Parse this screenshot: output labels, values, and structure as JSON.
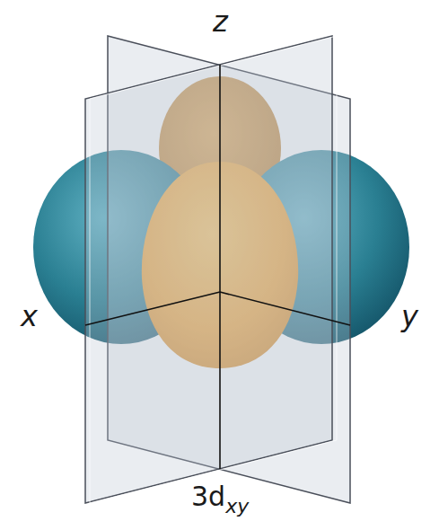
{
  "diagram": {
    "labels": [
      "z",
      "x",
      "y",
      "3d",
      "xy"
    ]
  }
}
